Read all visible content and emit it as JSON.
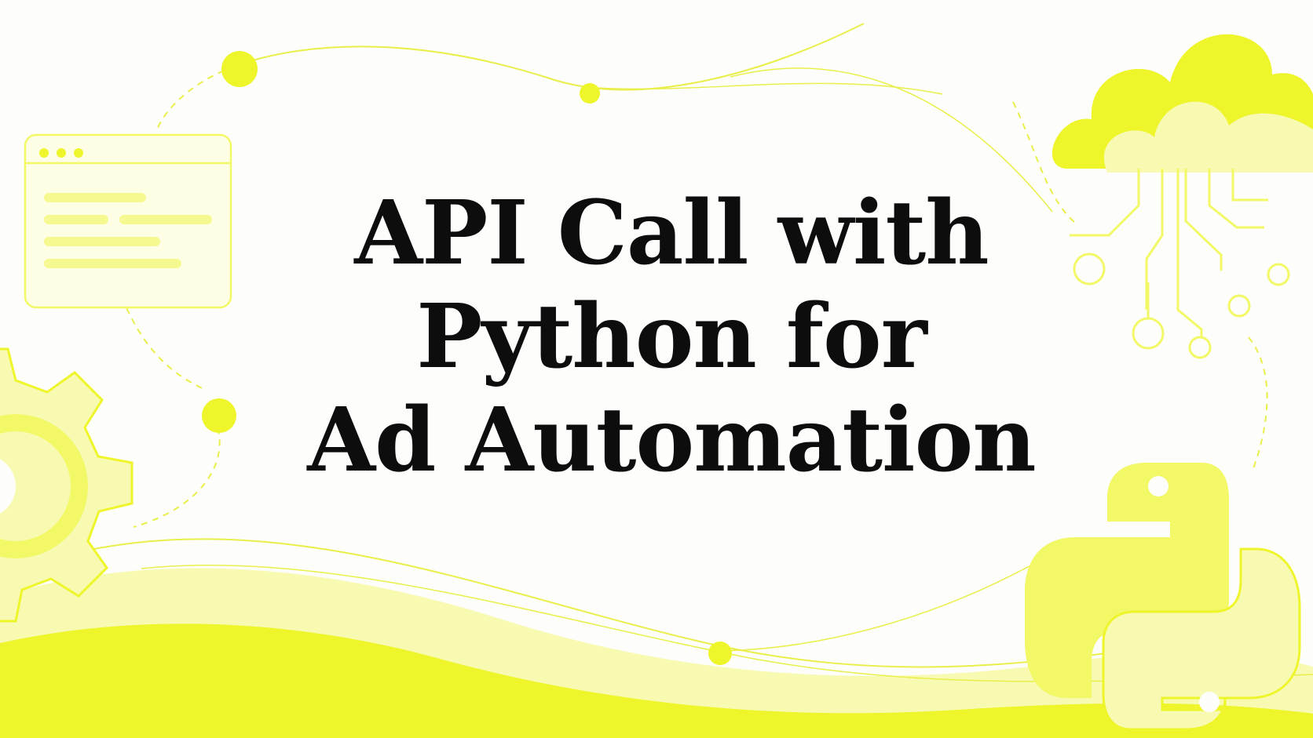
{
  "title": {
    "lines": [
      "API Call with",
      "Python for",
      "Ad Automation"
    ]
  },
  "colors": {
    "background": "#fdfdfb",
    "accent_bright": "#eef52a",
    "accent_mid": "#f2f866",
    "accent_pale": "#f7fab0",
    "line": "#e9ef4a",
    "text": "#0d0d0d"
  },
  "icons": [
    "browser-window-icon",
    "gear-icon",
    "cloud-circuit-icon",
    "python-logo-icon"
  ]
}
